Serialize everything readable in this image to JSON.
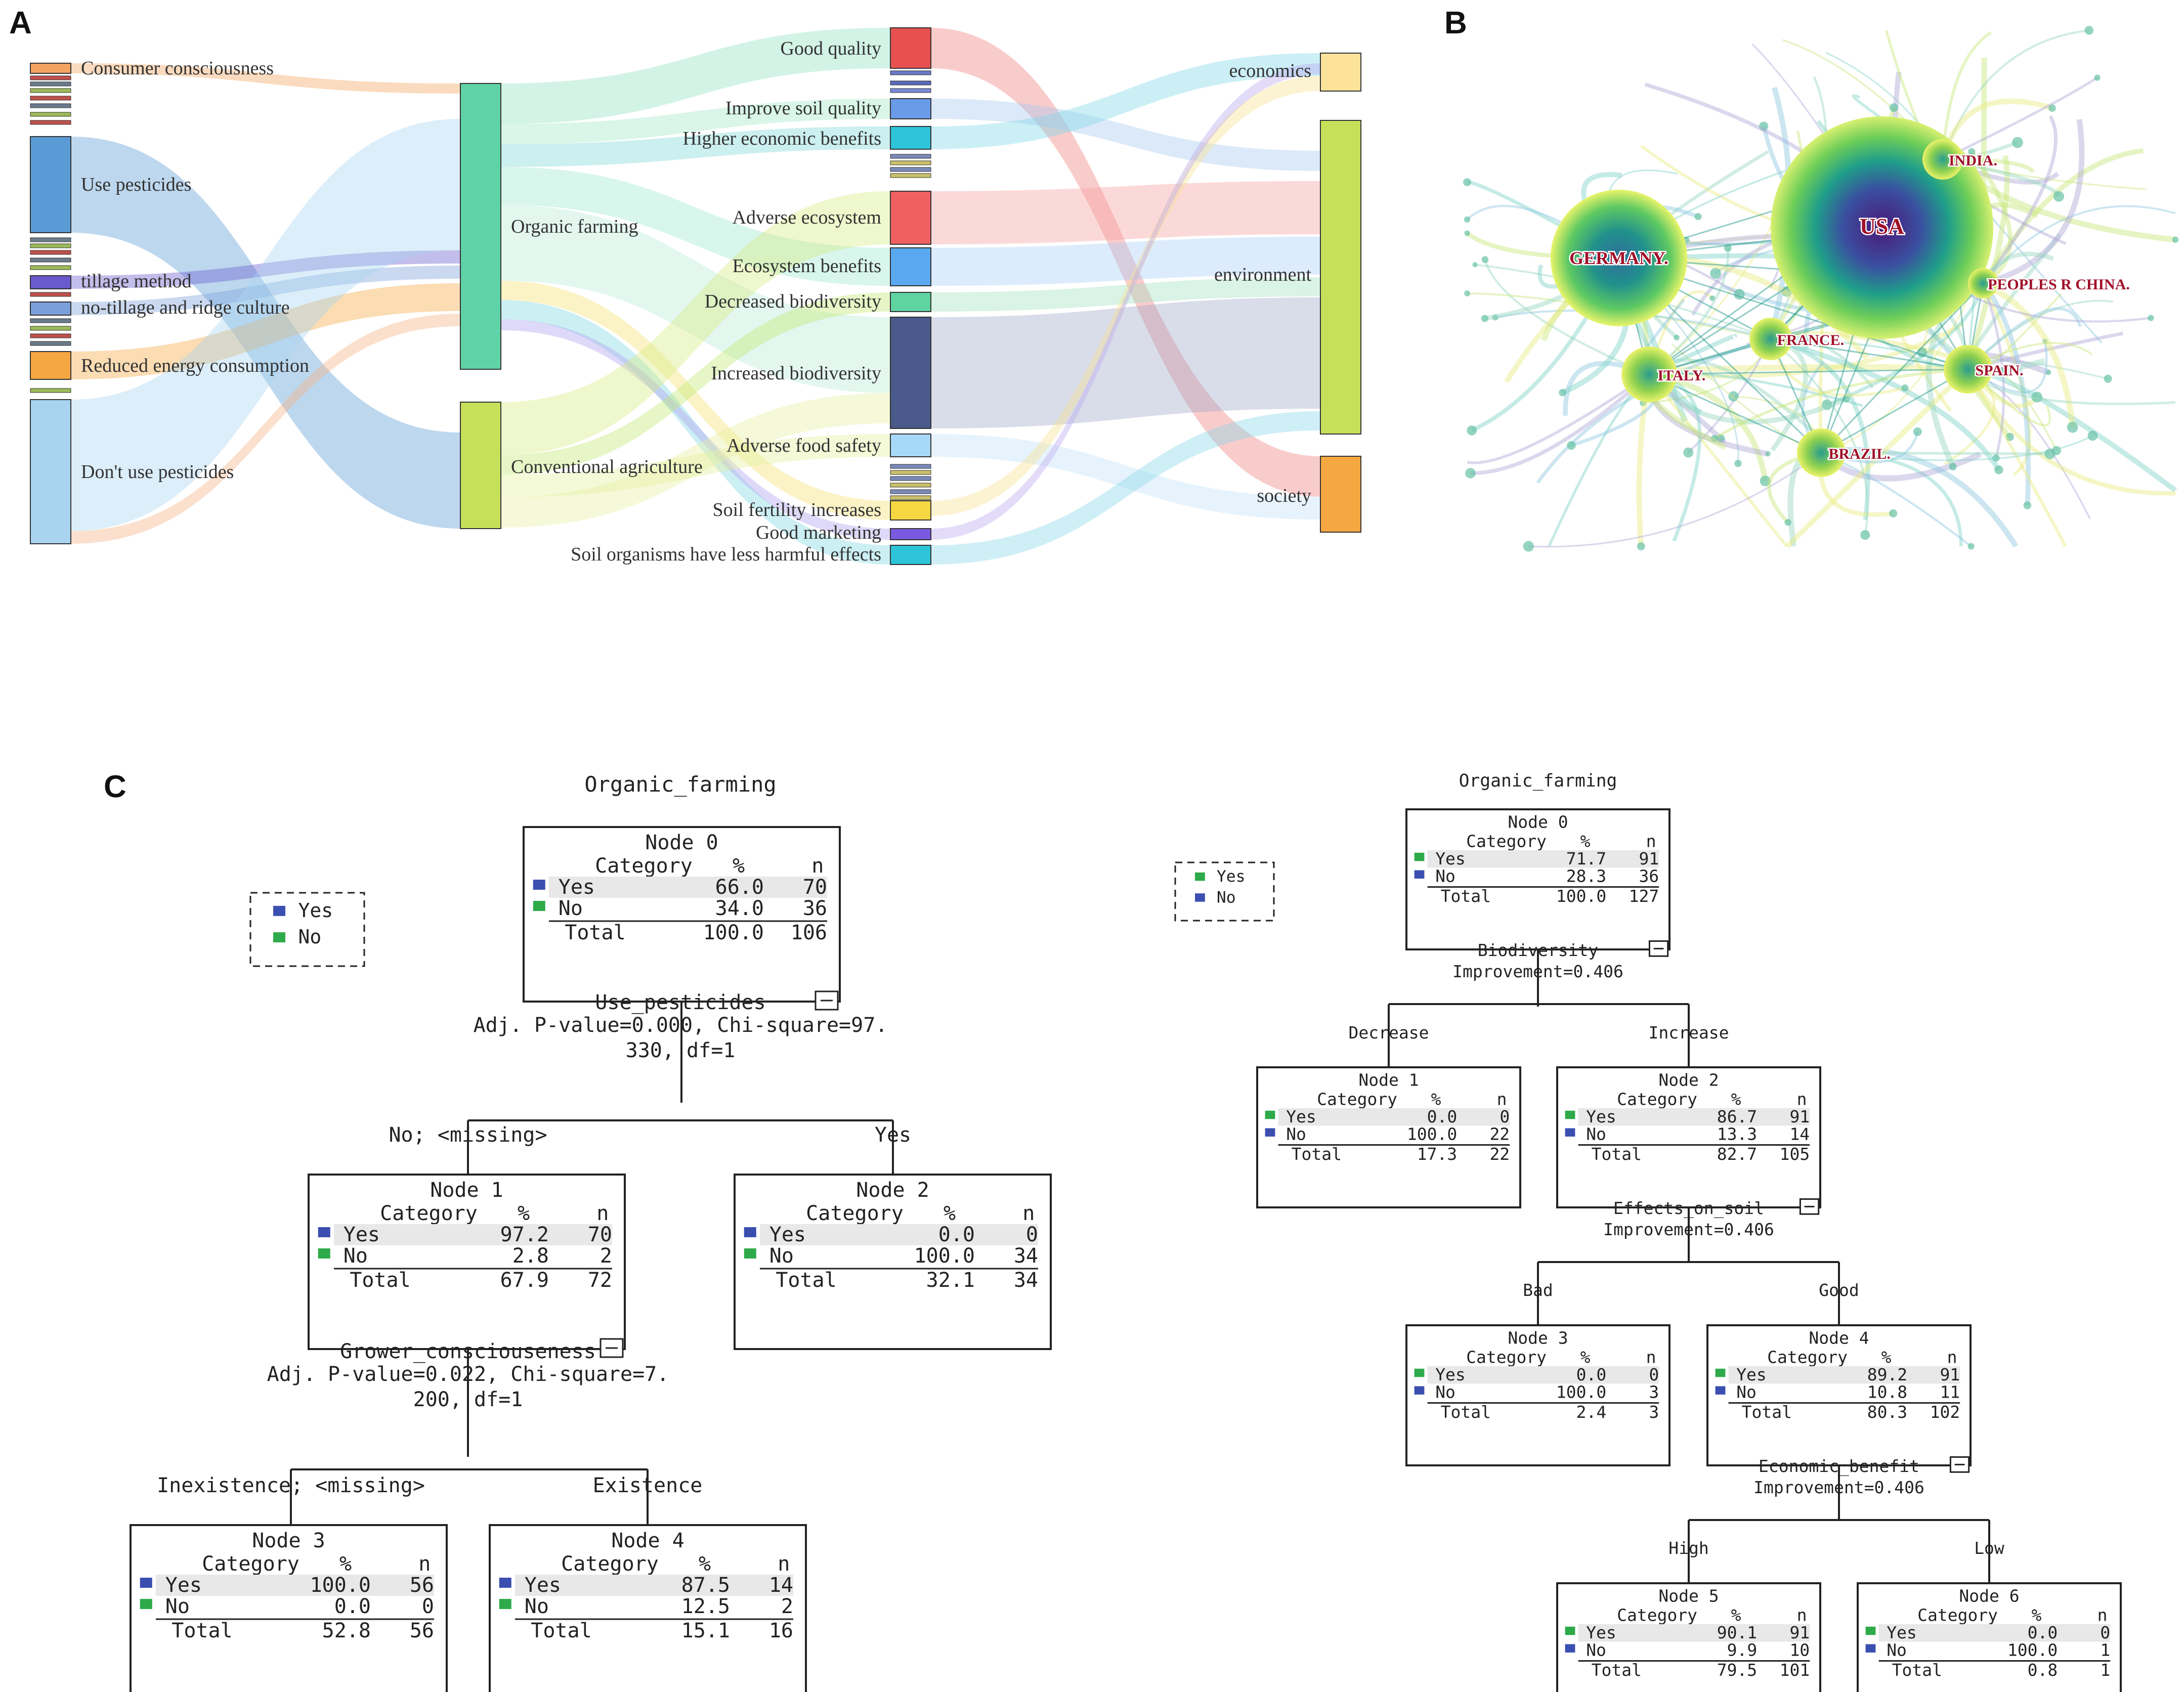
{
  "panels": {
    "a": "A",
    "b": "B",
    "c": "C"
  },
  "sankey": {
    "colors": {
      "consumer": "#f4a460",
      "pesticides": "#5b9bd5",
      "tillage": "#6a5acd",
      "notill": "#7b9fd9",
      "energy": "#f5a742",
      "dont": "#a8d4f0",
      "organic": "#5fd3a7",
      "conventional": "#c6e05a",
      "good_quality": "#e85050",
      "improve_soil": "#6a9be8",
      "higher_econ": "#2ec4d8",
      "adverse_eco": "#f06060",
      "eco_benefits": "#5aa8f0",
      "decreased_bio": "#5fd3a0",
      "increased_bio": "#4a5a8a",
      "adverse_food": "#a8d8f8",
      "soil_fert": "#f5d742",
      "good_mkt": "#7a5ae0",
      "soil_org": "#2ec4d8",
      "economics": "#fde39a",
      "environment": "#c6e05a",
      "society": "#f5a742",
      "misc": "#8a8a8a"
    },
    "left_nodes": [
      {
        "id": "consumer",
        "label": "Consumer consciousness"
      },
      {
        "id": "pesticides",
        "label": "Use pesticides"
      },
      {
        "id": "tillage",
        "label": "tillage method"
      },
      {
        "id": "notill",
        "label": "no-tillage and ridge culture"
      },
      {
        "id": "energy",
        "label": "Reduced energy consumption"
      },
      {
        "id": "dont",
        "label": "Don't use pesticides"
      }
    ],
    "mid_nodes": [
      {
        "id": "organic",
        "label": "Organic farming"
      },
      {
        "id": "conventional",
        "label": "Conventional agriculture"
      }
    ],
    "effect_nodes": [
      {
        "id": "good_quality",
        "label": "Good quality"
      },
      {
        "id": "improve_soil",
        "label": "Improve soil quality"
      },
      {
        "id": "higher_econ",
        "label": "Higher economic benefits"
      },
      {
        "id": "adverse_eco",
        "label": "Adverse ecosystem"
      },
      {
        "id": "eco_benefits",
        "label": "Ecosystem benefits"
      },
      {
        "id": "decreased_bio",
        "label": "Decreased biodiversity"
      },
      {
        "id": "increased_bio",
        "label": "Increased biodiversity"
      },
      {
        "id": "adverse_food",
        "label": "Adverse food safety"
      },
      {
        "id": "soil_fert",
        "label": "Soil fertility increases"
      },
      {
        "id": "good_mkt",
        "label": "Good marketing"
      },
      {
        "id": "soil_org",
        "label": "Soil organisms have less harmful effects"
      }
    ],
    "right_nodes": [
      {
        "id": "economics",
        "label": "economics"
      },
      {
        "id": "environment",
        "label": "environment"
      },
      {
        "id": "society",
        "label": "society"
      }
    ]
  },
  "network": {
    "countries": [
      {
        "id": "usa",
        "label": "USA"
      },
      {
        "id": "germany",
        "label": "GERMANY."
      },
      {
        "id": "india",
        "label": "INDIA."
      },
      {
        "id": "china",
        "label": "PEOPLES R CHINA."
      },
      {
        "id": "france",
        "label": "FRANCE."
      },
      {
        "id": "spain",
        "label": "SPAIN."
      },
      {
        "id": "italy",
        "label": "ITALY."
      },
      {
        "id": "brazil",
        "label": "BRAZIL."
      }
    ],
    "label_color": "#a0102a"
  },
  "tree_left": {
    "title": "Organic_farming",
    "legend": [
      {
        "label": "Yes",
        "color": "#3a4fb0"
      },
      {
        "label": "No",
        "color": "#2eaa4a"
      }
    ],
    "header": {
      "category": "Category",
      "pct": "%",
      "n": "n"
    },
    "nodes": [
      {
        "id": "n0",
        "title": "Node 0",
        "rows": [
          [
            "Yes",
            "66.0",
            "70"
          ],
          [
            "No",
            "34.0",
            "36"
          ]
        ],
        "total": [
          "Total",
          "100.0",
          "106"
        ]
      },
      {
        "id": "n1",
        "title": "Node 1",
        "rows": [
          [
            "Yes",
            "97.2",
            "70"
          ],
          [
            "No",
            "2.8",
            "2"
          ]
        ],
        "total": [
          "Total",
          "67.9",
          "72"
        ]
      },
      {
        "id": "n2",
        "title": "Node 2",
        "rows": [
          [
            "Yes",
            "0.0",
            "0"
          ],
          [
            "No",
            "100.0",
            "34"
          ]
        ],
        "total": [
          "Total",
          "32.1",
          "34"
        ]
      },
      {
        "id": "n3",
        "title": "Node 3",
        "rows": [
          [
            "Yes",
            "100.0",
            "56"
          ],
          [
            "No",
            "0.0",
            "0"
          ]
        ],
        "total": [
          "Total",
          "52.8",
          "56"
        ]
      },
      {
        "id": "n4",
        "title": "Node 4",
        "rows": [
          [
            "Yes",
            "87.5",
            "14"
          ],
          [
            "No",
            "12.5",
            "2"
          ]
        ],
        "total": [
          "Total",
          "15.1",
          "16"
        ]
      }
    ],
    "split1": {
      "var": "Use_pesticides",
      "line2": "Adj. P-value=0.000, Chi-square=97.",
      "line3": "330, df=1",
      "left": "No; <missing>",
      "right": "Yes"
    },
    "split2": {
      "var": "Grower_consciouseness",
      "line2": "Adj. P-value=0.022, Chi-square=7.",
      "line3": "200, df=1",
      "left": "Inexistence; <missing>",
      "right": "Existence"
    }
  },
  "tree_right": {
    "title": "Organic_farming",
    "legend": [
      {
        "label": "Yes",
        "color": "#2eaa4a"
      },
      {
        "label": "No",
        "color": "#3a4fb0"
      }
    ],
    "header": {
      "category": "Category",
      "pct": "%",
      "n": "n"
    },
    "nodes": [
      {
        "id": "m0",
        "title": "Node 0",
        "rows": [
          [
            "Yes",
            "71.7",
            "91"
          ],
          [
            "No",
            "28.3",
            "36"
          ]
        ],
        "total": [
          "Total",
          "100.0",
          "127"
        ]
      },
      {
        "id": "m1",
        "title": "Node 1",
        "rows": [
          [
            "Yes",
            "0.0",
            "0"
          ],
          [
            "No",
            "100.0",
            "22"
          ]
        ],
        "total": [
          "Total",
          "17.3",
          "22"
        ]
      },
      {
        "id": "m2",
        "title": "Node 2",
        "rows": [
          [
            "Yes",
            "86.7",
            "91"
          ],
          [
            "No",
            "13.3",
            "14"
          ]
        ],
        "total": [
          "Total",
          "82.7",
          "105"
        ]
      },
      {
        "id": "m3",
        "title": "Node 3",
        "rows": [
          [
            "Yes",
            "0.0",
            "0"
          ],
          [
            "No",
            "100.0",
            "3"
          ]
        ],
        "total": [
          "Total",
          "2.4",
          "3"
        ]
      },
      {
        "id": "m4",
        "title": "Node 4",
        "rows": [
          [
            "Yes",
            "89.2",
            "91"
          ],
          [
            "No",
            "10.8",
            "11"
          ]
        ],
        "total": [
          "Total",
          "80.3",
          "102"
        ]
      },
      {
        "id": "m5",
        "title": "Node 5",
        "rows": [
          [
            "Yes",
            "90.1",
            "91"
          ],
          [
            "No",
            "9.9",
            "10"
          ]
        ],
        "total": [
          "Total",
          "79.5",
          "101"
        ]
      },
      {
        "id": "m6",
        "title": "Node 6",
        "rows": [
          [
            "Yes",
            "0.0",
            "0"
          ],
          [
            "No",
            "100.0",
            "1"
          ]
        ],
        "total": [
          "Total",
          "0.8",
          "1"
        ]
      }
    ],
    "split1": {
      "var": "Biodiversity",
      "line2": "Improvement=0.406",
      "left": "Decrease",
      "right": "Increase"
    },
    "split2": {
      "var": "Effects_on_soil",
      "line2": "Improvement=0.406",
      "left": "Bad",
      "right": "Good"
    },
    "split3": {
      "var": "Economic_benefit",
      "line2": "Improvement=0.406",
      "left": "High",
      "right": "Low"
    }
  }
}
